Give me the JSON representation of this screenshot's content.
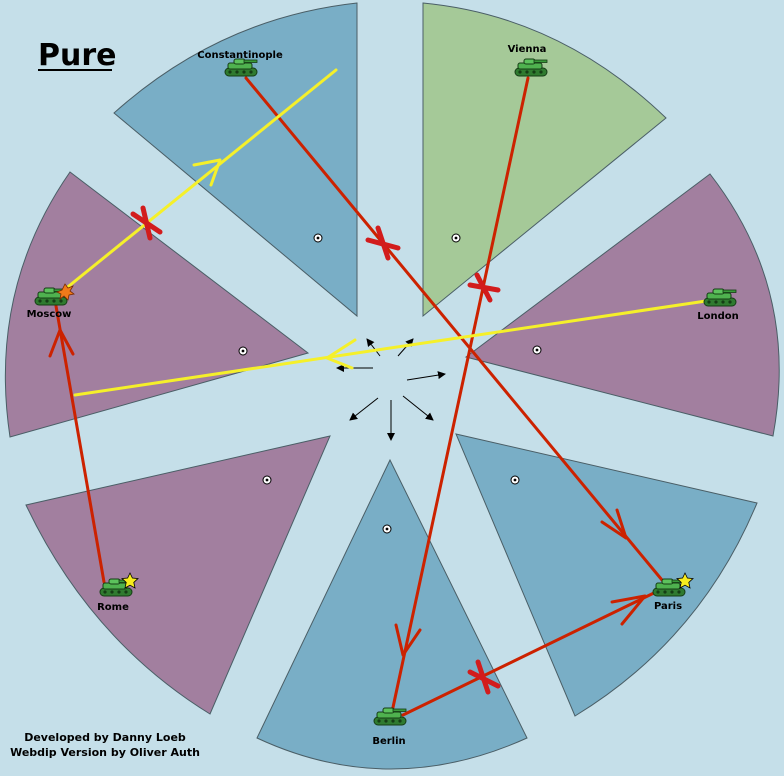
{
  "title": "Pure",
  "credits": {
    "line1": "Developed by Danny Loeb",
    "line2": "Webdip Version by Oliver Auth"
  },
  "colors": {
    "background": "#c5dfe9",
    "sea_blue": "#79aec6",
    "green": "#a5c998",
    "purple": "#a27f9f",
    "order_red": "#cc2200",
    "order_yellow": "#f5f02a",
    "unit_green": "#3a9a3a",
    "star_yellow": "#f7ec1e"
  },
  "cities": {
    "constantinople": "Constantinople",
    "vienna": "Vienna",
    "moscow": "Moscow",
    "london": "London",
    "rome": "Rome",
    "paris": "Paris",
    "berlin": "Berlin"
  },
  "unit_icon": "army-tank-icon",
  "order_icons": [
    "move-arrow-icon",
    "failed-order-cross-icon",
    "dislodged-burst-icon",
    "supply-star-icon",
    "supply-center-dot-icon"
  ]
}
